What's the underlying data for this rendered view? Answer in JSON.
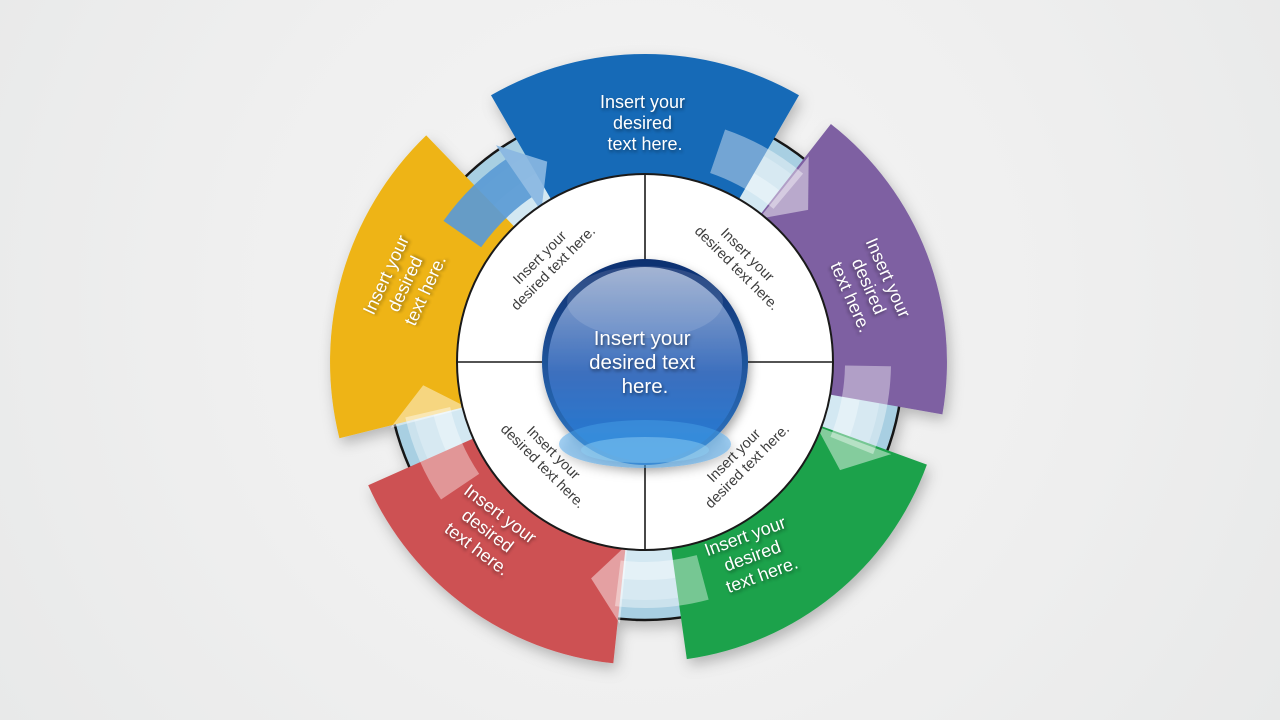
{
  "background": {
    "color_center": "#f5f5f5",
    "color_edge": "#e8e9e9"
  },
  "diagram": {
    "ring": {
      "base_color": "#a8cfe2",
      "mid_color": "#bddbea",
      "inner_color": "#d3e8f2",
      "outline_color": "#141414"
    },
    "arrows": {
      "accent_color": "#5b9bd5",
      "accent_head_color": "#8ab8e2",
      "light_color": "#ffffff"
    },
    "inner_ring": {
      "fill": "#ffffff",
      "divider_color": "#1a1a1a",
      "text_color": "#3d3d3d",
      "quadrants": [
        {
          "id": "top-left",
          "lines": [
            "Insert your",
            "desired text here."
          ]
        },
        {
          "id": "top-right",
          "lines": [
            "Insert your",
            "desired text here."
          ]
        },
        {
          "id": "bottom-left",
          "lines": [
            "Insert your",
            "desired text here."
          ]
        },
        {
          "id": "bottom-right",
          "lines": [
            "Insert your",
            "desired text here."
          ]
        }
      ]
    },
    "center_sphere": {
      "rim_top": "#0e2f70",
      "rim_bottom": "#2f77c4",
      "gradient_top": "#97aacd",
      "gradient_mid": "#3c6fbe",
      "gradient_bottom": "#1e7ad5",
      "lines": [
        "Insert your",
        "desired text",
        "here."
      ]
    },
    "segments": [
      {
        "id": "top",
        "color": "#176bb7",
        "lines": [
          "Insert your",
          "desired",
          "text here."
        ]
      },
      {
        "id": "right",
        "color": "#7e61a2",
        "lines": [
          "Insert your",
          "desired",
          "text here."
        ]
      },
      {
        "id": "bottom-right",
        "color": "#1fa24c",
        "lines": [
          "Insert your",
          "desired",
          "text here."
        ]
      },
      {
        "id": "bottom-left",
        "color": "#cd5152",
        "lines": [
          "Insert your",
          "desired",
          "text here."
        ]
      },
      {
        "id": "left",
        "color": "#eeb414",
        "lines": [
          "Insert your",
          "desired",
          "text here."
        ]
      }
    ]
  }
}
